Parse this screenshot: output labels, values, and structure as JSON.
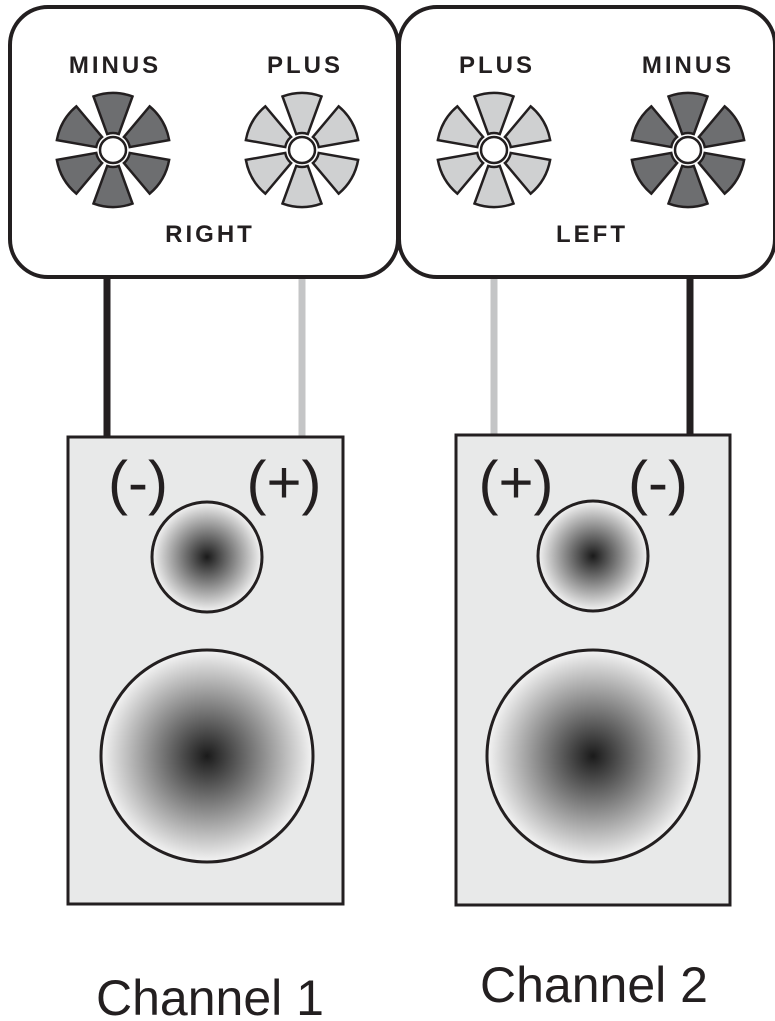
{
  "colors": {
    "outline": "#231f20",
    "background": "#ffffff",
    "cabinet": "#e8e9e9",
    "minus_terminal": "#6d6e70",
    "plus_terminal": "#cfd0d1",
    "minus_wire": "#231f20",
    "plus_wire": "#c4c5c6"
  },
  "amplifier": {
    "right": {
      "label": "RIGHT",
      "terminals": [
        {
          "label": "MINUS",
          "polarity": "minus"
        },
        {
          "label": "PLUS",
          "polarity": "plus"
        }
      ]
    },
    "left": {
      "label": "LEFT",
      "terminals": [
        {
          "label": "PLUS",
          "polarity": "plus"
        },
        {
          "label": "MINUS",
          "polarity": "minus"
        }
      ]
    }
  },
  "speakers": [
    {
      "channel_label": "Channel 1",
      "polarity_left": "(-)",
      "polarity_right": "(+)"
    },
    {
      "channel_label": "Channel 2",
      "polarity_left": "(+)",
      "polarity_right": "(-)"
    }
  ]
}
